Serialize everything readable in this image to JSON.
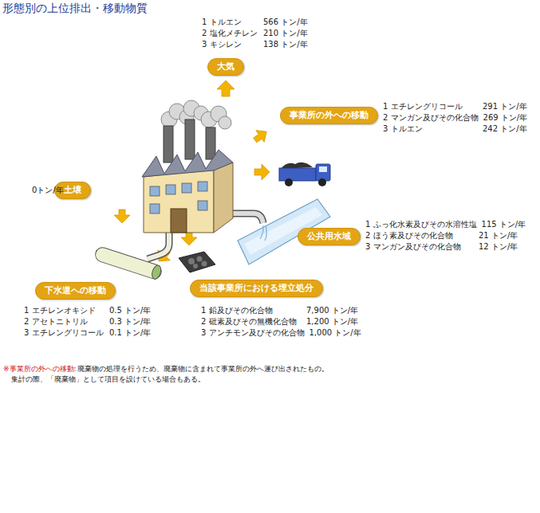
{
  "diagram": {
    "title": "形態別の上位排出・移動物質",
    "nodes": [
      {
        "text": [
          "大気"
        ]
      },
      {
        "text": [
          "事業所の外への移動"
        ]
      },
      {
        "text": [
          "土壌"
        ]
      },
      {
        "text": [
          "公共用水域"
        ]
      },
      {
        "text": [
          "下水道への移動"
        ]
      },
      {
        "text": [
          "当該事業所における埋立処分"
        ]
      }
    ],
    "labels": [
      "1 トルエン",
      "566 トン/年",
      "2 塩化メチレン",
      "210 トン/年",
      "3 キシレン",
      "138 トン/年",
      "1 エチレングリコール",
      "291 トン/年",
      "2 マンガン及びその化合物",
      "269 トン/年",
      "3 トルエン",
      "242 トン/年",
      "0トン/年",
      "1 ふっ化水素及びその水溶性塩",
      "115 トン/年",
      "2 ほう素及びその化合物",
      "21 トン/年",
      "3 マンガン及びその化合物",
      "12 トン/年",
      "1 エチレンオキシド",
      "0.5 トン/年",
      "2 アセトニトリル",
      "0.3 トン/年",
      "3 エチレングリコール",
      "0.1 トン/年",
      "1 鉛及びその化合物",
      "7,900 トン/年",
      "2 砒素及びその無機化合物",
      "1,200 トン/年",
      "3 アンチモン及びその化合物",
      "1,000 トン/年",
      "※事業所の外への移動:",
      "廃棄物の処理を行うため、廃棄物に含まれて事業所の外へ運び出されたもの。",
      "集計の際、「廃棄物」として項目を設けている場合もある。"
    ]
  }
}
